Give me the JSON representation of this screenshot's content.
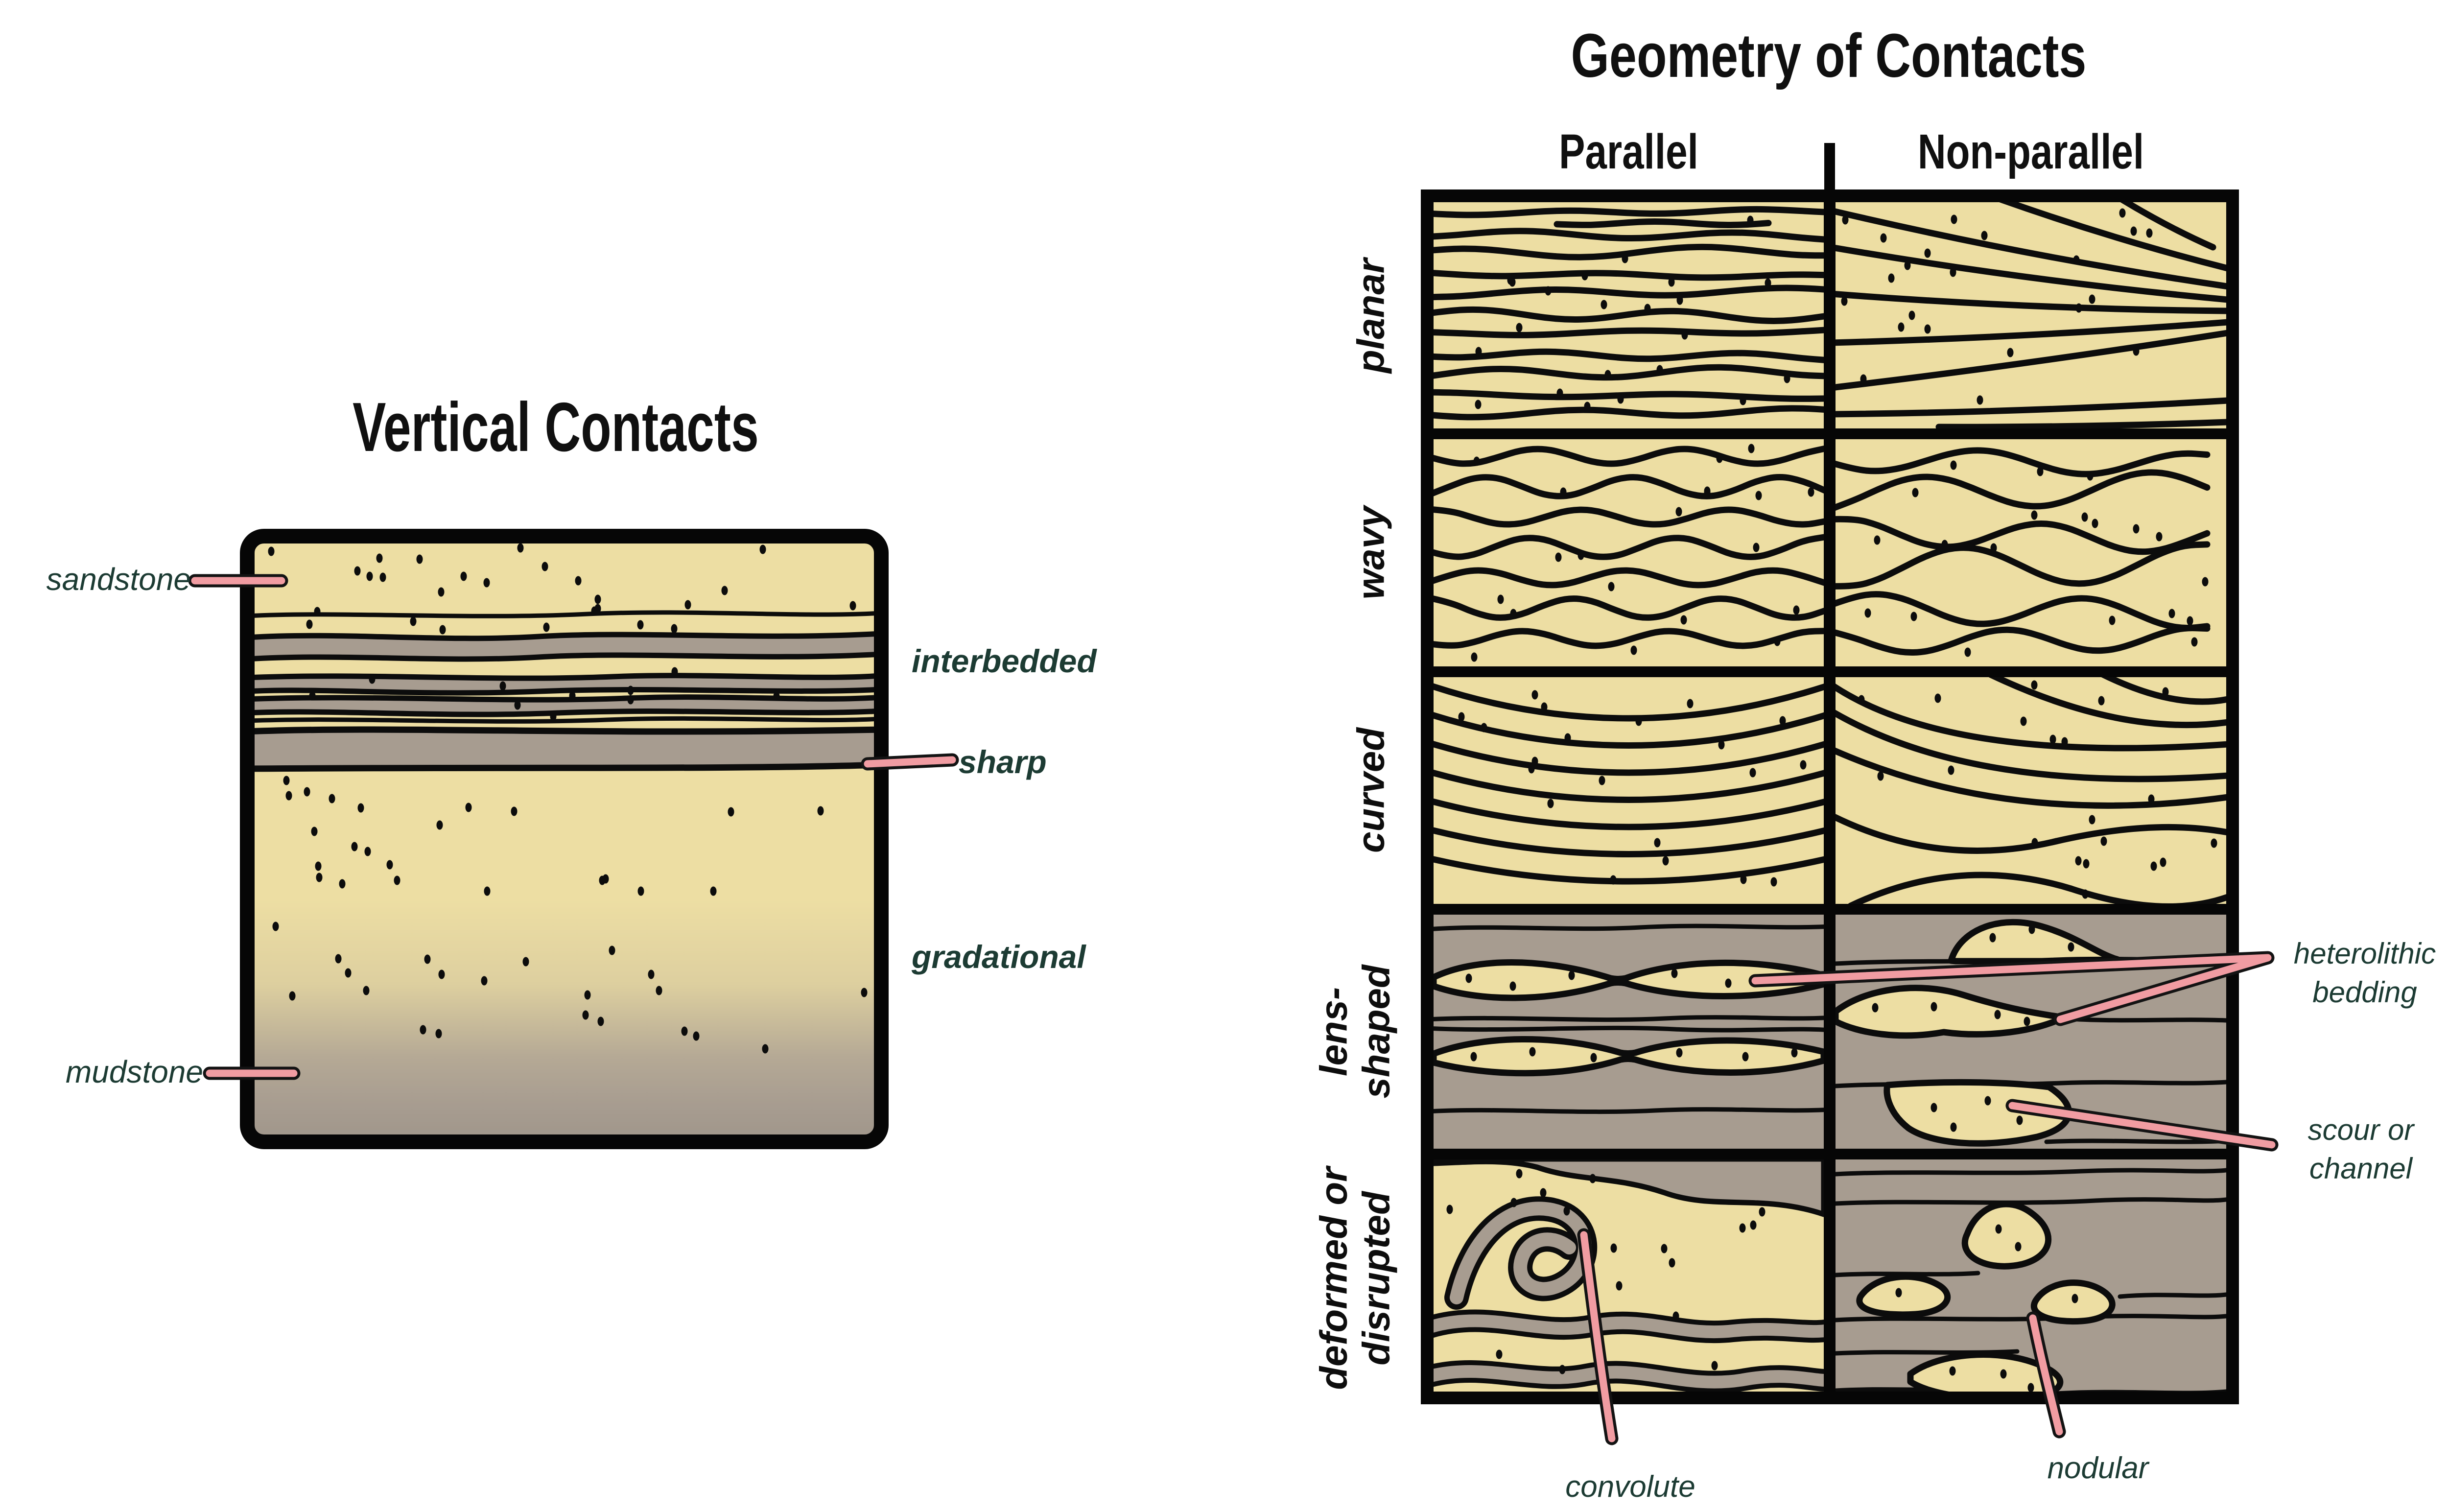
{
  "left_panel": {
    "title": "Vertical Contacts",
    "labels": {
      "sandstone": "sandstone",
      "interbedded": "interbedded",
      "sharp": "sharp",
      "gradational": "gradational",
      "mudstone": "mudstone"
    }
  },
  "right_panel": {
    "title": "Geometry of Contacts",
    "column_headers": {
      "parallel": "Parallel",
      "non_parallel": "Non-parallel"
    },
    "row_labels": {
      "planar": "planar",
      "wavy": "wavy",
      "curved": "curved",
      "lens_line1": "lens-",
      "lens_line2": "shaped",
      "deformed_line1": "deformed or",
      "deformed_line2": "disrupted"
    },
    "annotations": {
      "heterolithic_line1": "heterolithic",
      "heterolithic_line2": "bedding",
      "scour_line1": "scour or",
      "scour_line2": "channel",
      "convolute": "convolute",
      "nodular": "nodular"
    }
  },
  "colors": {
    "sand": "#eddea3",
    "mud": "#a79c90",
    "mud_dark": "#a0968a",
    "pink": "#f19ca2",
    "label_teal": "#1c3b33",
    "ink": "#0a0a0a"
  }
}
